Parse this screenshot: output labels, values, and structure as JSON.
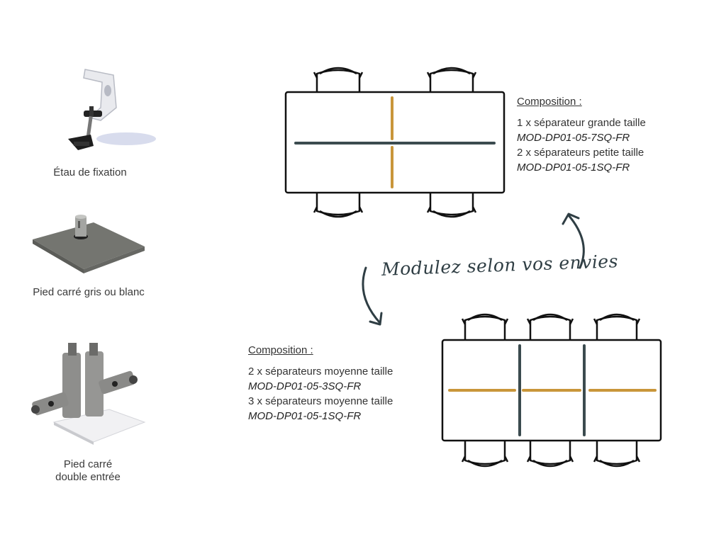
{
  "products": [
    {
      "label": "Étau de fixation",
      "icon": "clamp-icon"
    },
    {
      "label": "Pied carré gris ou blanc",
      "icon": "square-base-icon"
    },
    {
      "label_line1": "Pied carré",
      "label_line2": "double entrée",
      "icon": "double-entry-base-icon"
    }
  ],
  "config_top": {
    "title": "Composition :",
    "line1": "1 x séparateur grande taille",
    "code1": "MOD-DP01-05-7SQ-FR",
    "line2": "2 x séparateurs petite taille",
    "code2": "MOD-DP01-05-1SQ-FR"
  },
  "config_bottom": {
    "title": "Composition :",
    "line1": "2 x séparateurs moyenne taille",
    "code1": "MOD-DP01-05-3SQ-FR",
    "line2": "3 x séparateurs moyenne taille",
    "code2": "MOD-DP01-05-1SQ-FR"
  },
  "tagline": "Modulez selon vos envies",
  "colors": {
    "divider_dark": "#3b4b4f",
    "divider_gold": "#c9963a",
    "line": "#111111",
    "metal": "#8a8a88"
  }
}
